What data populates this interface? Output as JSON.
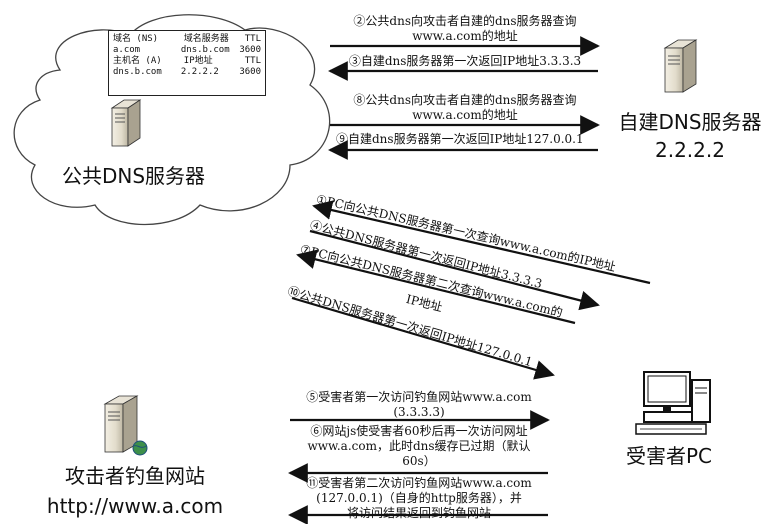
{
  "dns_table": {
    "rows": [
      [
        "域名 (NS)",
        "域名服务器",
        "TTL"
      ],
      [
        "a.com",
        "dns.b.com",
        "3600"
      ],
      [
        "主机名 (A)",
        "IP地址",
        "TTL"
      ],
      [
        "dns.b.com",
        "2.2.2.2",
        "3600"
      ]
    ]
  },
  "nodes": {
    "public_dns": "公共DNS服务器",
    "self_dns_line1": "自建DNS服务器",
    "self_dns_line2": "2.2.2.2",
    "victim": "受害者PC",
    "phish_line1": "攻击者钓鱼网站",
    "phish_line2": "http://www.a.com"
  },
  "top_msgs": {
    "m2_l1": "②公共dns向攻击者自建的dns服务器查询",
    "m2_l2": "www.a.com的地址",
    "m3": "③自建dns服务器第一次返回IP地址3.3.3.3",
    "m8_l1": "⑧公共dns向攻击者自建的dns服务器查询",
    "m8_l2": "www.a.com的地址",
    "m9": "⑨自建dns服务器第一次返回IP地址127.0.0.1"
  },
  "diag_msgs": {
    "m1": "①PC向公共DNS服务器第一次查询www.a.com的IP地址",
    "m4": "④公共DNS服务器第一次返回IP地址3.3.3.3",
    "m7": "⑦PC向公共DNS服务器第二次查询www.a.com的",
    "m7b": "IP地址",
    "m10": "⑩公共DNS服务器第一次返回IP地址127.0.0.1"
  },
  "bottom_msgs": {
    "m5_l1": "⑤受害者第一次访问钓鱼网站www.a.com",
    "m5_l2": "(3.3.3.3)",
    "m6_l1": "⑥网站js使受害者60秒后再一次访问网址",
    "m6_l2": "www.a.com，此时dns缓存已过期（默认",
    "m6_l3": "60s）",
    "m11_l1": "⑪受害者第二次访问钓鱼网站www.a.com",
    "m11_l2": "(127.0.0.1)（自身的http服务器），并",
    "m11_l3": "将访问结果返回到钓鱼网站"
  }
}
